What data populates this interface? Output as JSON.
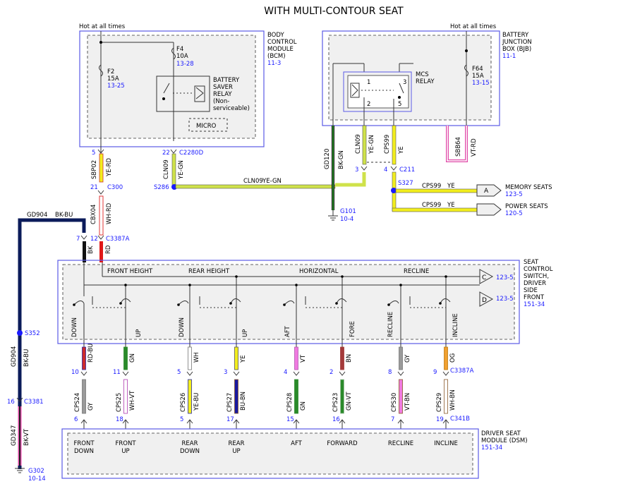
{
  "title": "WITH MULTI-CONTOUR SEAT",
  "hot": "Hot at all times",
  "bcm": {
    "name": [
      "BODY",
      "CONTROL",
      "MODULE",
      "(BCM)"
    ],
    "ref": "11-3",
    "f2": [
      "F2",
      "15A"
    ],
    "f2_ref": "13-25",
    "f4": [
      "F4",
      "10A"
    ],
    "f4_ref": "13-28",
    "relay": [
      "BATTERY",
      "SAVER",
      "RELAY",
      "(Non-",
      "serviceable)"
    ],
    "micro": "MICRO"
  },
  "bjb": {
    "name": [
      "BATTERY",
      "JUNCTION",
      "BOX (BJB)"
    ],
    "ref": "11-1",
    "f64": [
      "F64",
      "15A"
    ],
    "f64_ref": "13-15",
    "relay": [
      "MCS",
      "RELAY"
    ],
    "pins": [
      "1",
      "2",
      "3",
      "5"
    ]
  },
  "wires": {
    "sbp02": "SBP02",
    "sbp02_c": "YE-RD",
    "pin5": "5",
    "cln09": "CLN09",
    "cln09_c": "YE-GN",
    "pin22": "22",
    "c2280d": "C2280D",
    "gd120": "GD120",
    "gd120_c": "BK-GN",
    "cln09b": "CLN09",
    "cln09b_c": "YE-GN",
    "cps99": "CPS99",
    "cps99_c": "YE",
    "sbb64": "SBB64",
    "sbb64_c": "VT-RD",
    "c300_pin": "21",
    "c300": "C300",
    "s286": "S286",
    "h_cln09": "CLN09",
    "h_cln09_c": "YE-GN",
    "pin3": "3",
    "pin4": "4",
    "c211": "C211",
    "s327": "S327",
    "cps99_a": "CPS99",
    "ye_a": "YE",
    "a": "A",
    "mem": "MEMORY SEATS",
    "mem_ref": "123-5",
    "cps99_b": "CPS99",
    "ye_b": "YE",
    "pwr": "POWER SEATS",
    "pwr_ref": "120-5",
    "g101": "G101",
    "g101_ref": "10-4",
    "gd904": "GD904",
    "gd904_c": "BK-BU",
    "cbx04": "CBX04",
    "cbx04_c": "WH-RD",
    "pin7": "7",
    "pin12": "12",
    "c3387a": "C3387A",
    "bk": "BK",
    "rd": "RD",
    "s352": "S352",
    "gd904v": "GD904",
    "gd904v_c": "BK-BU",
    "pin16": "16",
    "c3381": "C3381",
    "gd347": "GD347",
    "gd347_c": "BK-VT",
    "g302": "G302",
    "g302_ref": "10-14"
  },
  "switch": {
    "name": [
      "SEAT",
      "CONTROL",
      "SWITCH,",
      "DRIVER",
      "SIDE",
      "FRONT"
    ],
    "ref": "151-34",
    "groups": [
      "FRONT HEIGHT",
      "REAR HEIGHT",
      "HORIZONTAL",
      "RECLINE"
    ],
    "c": "C",
    "c_ref": "123-5",
    "d": "D",
    "d_ref": "123-5",
    "outputs": [
      "DOWN",
      "UP",
      "DOWN",
      "UP",
      "AFT",
      "FORE",
      "RECLINE",
      "INCLINE"
    ]
  },
  "leads": [
    {
      "pin": "10",
      "color": "RD-BU",
      "circ": "CPS24",
      "c2": "GY",
      "pin2": "6",
      "label": [
        "FRONT",
        "DOWN"
      ]
    },
    {
      "pin": "11",
      "color": "GN",
      "circ": "CPS25",
      "c2": "WH-VT",
      "pin2": "18",
      "label": [
        "FRONT",
        "UP"
      ]
    },
    {
      "pin": "5",
      "color": "WH",
      "circ": "CPS26",
      "c2": "YE-BU",
      "pin2": "5",
      "label": [
        "REAR",
        "DOWN"
      ]
    },
    {
      "pin": "3",
      "color": "YE",
      "circ": "CPS27",
      "c2": "BU-BN",
      "pin2": "17",
      "label": [
        "REAR",
        "UP"
      ]
    },
    {
      "pin": "4",
      "color": "VT",
      "circ": "CPS28",
      "c2": "GN",
      "pin2": "15",
      "label": [
        "AFT"
      ]
    },
    {
      "pin": "2",
      "color": "BN",
      "circ": "CPS23",
      "c2": "GN-VT",
      "pin2": "16",
      "label": [
        "FORWARD"
      ]
    },
    {
      "pin": "8",
      "color": "GY",
      "circ": "CPS30",
      "c2": "VT-BN",
      "pin2": "7",
      "label": [
        "RECLINE"
      ]
    },
    {
      "pin": "9",
      "color": "OG",
      "circ": "CPS29",
      "c2": "WH-BN",
      "pin2": "19",
      "label": [
        "INCLINE"
      ]
    }
  ],
  "c3387a_b": "C3387A",
  "c341b": "C341B",
  "dsm": {
    "name": [
      "DRIVER SEAT",
      "MODULE (DSM)"
    ],
    "ref": "151-34"
  },
  "colors": {
    "outline": "#5a5ae6",
    "ref_blue": "#1a1aff",
    "yellow": "#f2ee1e",
    "ye_gn": "#cfe24a"
  }
}
